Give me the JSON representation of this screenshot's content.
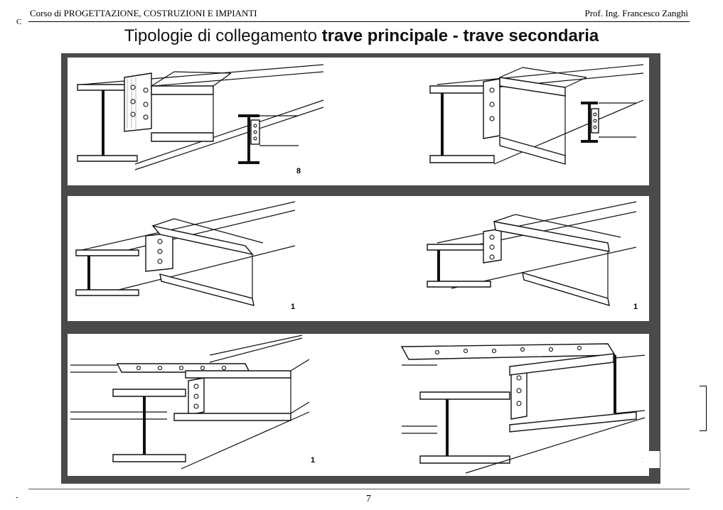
{
  "header": {
    "left": "Corso di PROGETTAZIONE, COSTRUZIONI E IMPIANTI",
    "right": "Prof. Ing. Francesco Zanghì"
  },
  "margin_mark": "C",
  "title": {
    "normal": "Tipologie di collegamento ",
    "bold": "trave principale - trave secondaria"
  },
  "figure": {
    "labels": {
      "p1_left": "8",
      "p2_left": "1",
      "p2_right": "1",
      "p3_left": "1",
      "p3_right": "1:"
    }
  },
  "footer": {
    "dash": "-",
    "page_number": "7"
  }
}
